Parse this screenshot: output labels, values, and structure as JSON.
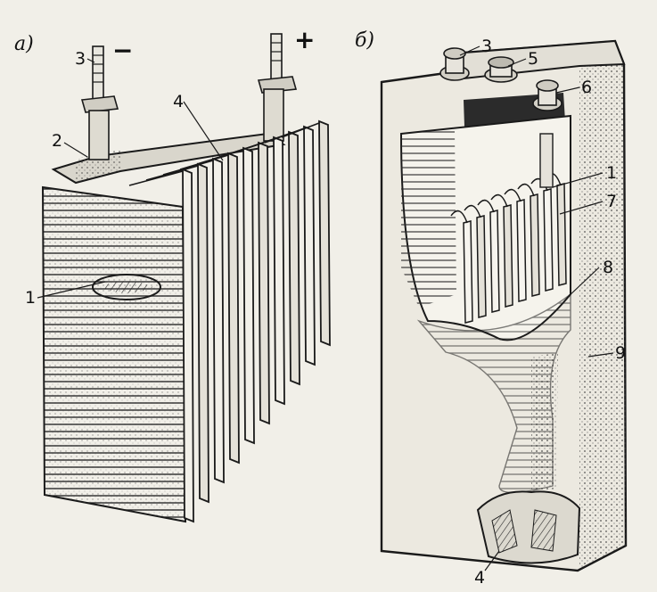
{
  "panels": {
    "a": {
      "tag": "а)",
      "terminal_minus": "−",
      "terminal_plus": "+"
    },
    "b": {
      "tag": "б)"
    }
  },
  "callouts_a": [
    "3",
    "2",
    "4",
    "1"
  ],
  "callouts_b": [
    "3",
    "5",
    "6",
    "1",
    "7",
    "8",
    "9",
    "4"
  ],
  "colors": {
    "paper": "#f1efe8",
    "ink": "#1a1a1a",
    "shade": "#9a9a9a"
  }
}
